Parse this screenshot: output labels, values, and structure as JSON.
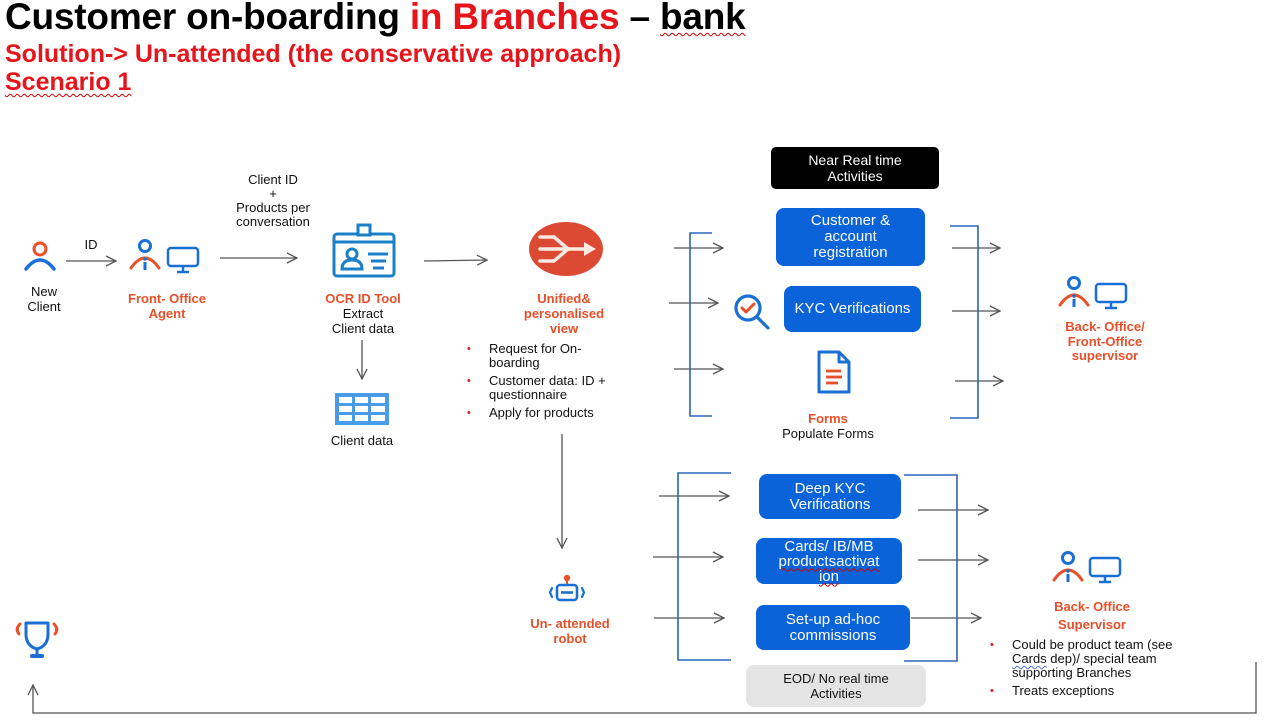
{
  "header": {
    "title_part1": "Customer on-boarding ",
    "title_part2": "in Branches",
    "title_part3": " – ",
    "title_part4": "bank",
    "subtitle": "Solution-> Un-attended (the conservative approach)",
    "scenario": "Scenario 1"
  },
  "flow": {
    "new_client": {
      "line1": "New",
      "line2": "Client"
    },
    "arrow_id_label": "ID",
    "front_office": {
      "line1": "Front- Office",
      "line2": "Agent"
    },
    "arrow_products_label": {
      "line1": "Client ID",
      "line2": "+",
      "line3": "Products per",
      "line4": "conversation"
    },
    "ocr_tool": {
      "title": "OCR ID Tool",
      "line1": "Extract",
      "line2": "Client data"
    },
    "client_data_label": "Client data",
    "unified_view": {
      "line1": "Unified&",
      "line2": "personalised",
      "line3": "view"
    },
    "unified_bullets": [
      {
        "line1": "Request for On-",
        "line2": "boarding"
      },
      {
        "line1": "Customer data: ID +",
        "line2": "questionnaire"
      },
      {
        "line1": "Apply for products",
        "line2": ""
      }
    ],
    "robot": {
      "line1": "Un- attended",
      "line2": "robot"
    }
  },
  "near_real_time": {
    "header": {
      "line1": "Near Real time",
      "line2": "Activities"
    },
    "customer_registration": {
      "line1": "Customer &",
      "line2": "account",
      "line3": "registration"
    },
    "kyc": "KYC Verifications",
    "forms": {
      "title": "Forms",
      "subtitle": "Populate Forms"
    },
    "supervisor": {
      "line1": "Back- Office/",
      "line2": "Front-Office",
      "line3": "supervisor"
    }
  },
  "eod": {
    "deep_kyc": {
      "line1": "Deep KYC",
      "line2": "Verifications"
    },
    "cards": {
      "line1": "Cards/ IB/MB",
      "line2": "productsactivat",
      "line3": "ion"
    },
    "commissions": {
      "line1": "Set-up ad-hoc",
      "line2": "commissions"
    },
    "footer": {
      "line1": "EOD/ No real time",
      "line2": "Activities"
    },
    "supervisor": {
      "line1": "Back- Office",
      "line2": "Supervisor"
    },
    "supervisor_bullets": [
      {
        "pre": "Could be product team (see",
        "link": "Cards",
        "post": " dep)/ special team",
        "line3": "supporting Branches"
      },
      {
        "text": "Treats exceptions"
      }
    ]
  },
  "colors": {
    "accent_red": "#e8141c",
    "accent_orange": "#e8502a",
    "box_blue": "#0a63d8",
    "icon_blue": "#1a6fd6",
    "bracket_blue": "#2a66b8",
    "arrow_grey": "#555555"
  }
}
